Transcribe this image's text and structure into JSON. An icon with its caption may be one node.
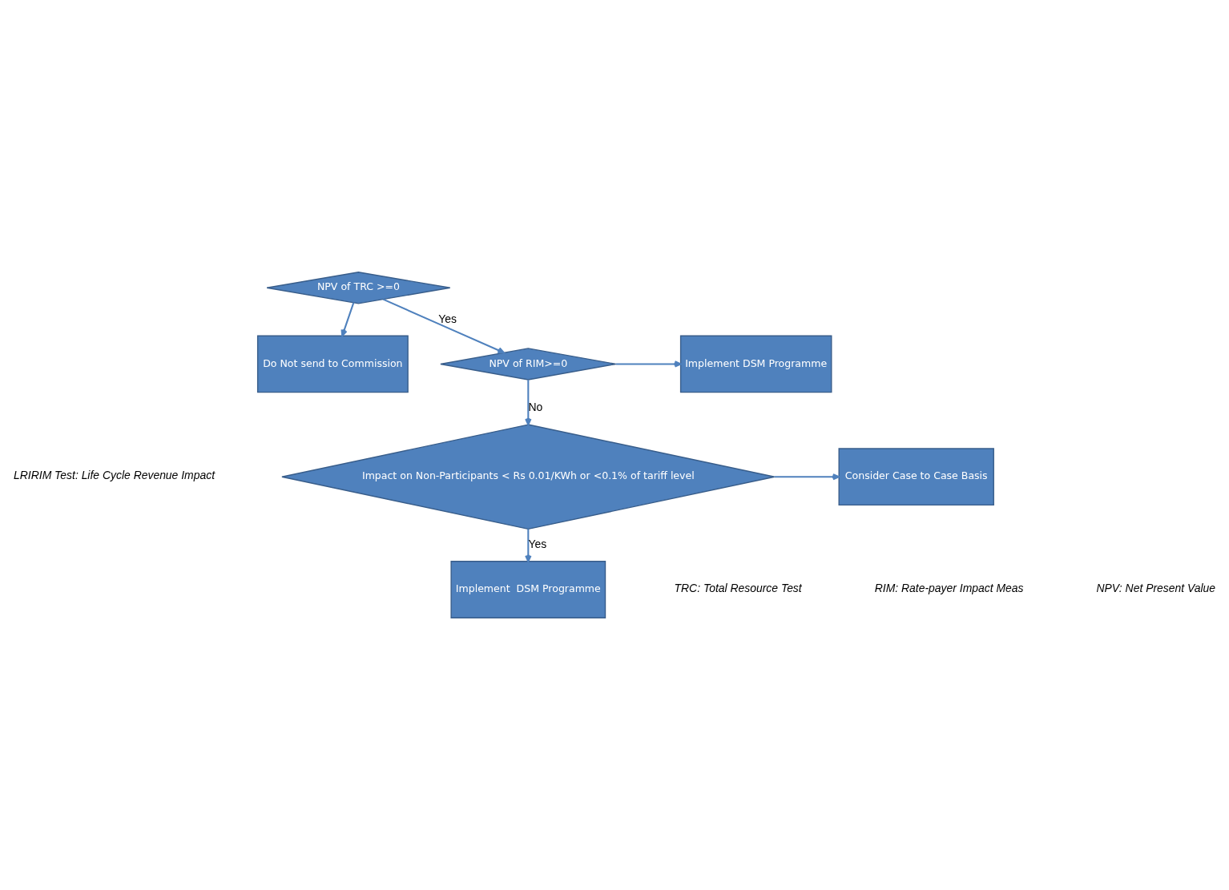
{
  "diagram": {
    "nodes": [
      {
        "text": [
          "NPV of TRC >=0"
        ]
      },
      {
        "text": [
          "Do Not send to Commission"
        ]
      },
      {
        "text": [
          "NPV of RIM>=0"
        ]
      },
      {
        "text": [
          "Implement DSM Programme"
        ]
      },
      {
        "text": [
          "Impact on Non-Participants < Rs 0.01/KWh or <0.1% of tariff level"
        ]
      },
      {
        "text": [
          "Consider Case to Case Basis"
        ]
      },
      {
        "text": [
          "Implement  DSM Programme"
        ]
      }
    ],
    "edges": [
      {
        "from": 0,
        "to": 1,
        "arrow": "to"
      },
      {
        "from": 0,
        "to": 2,
        "arrow": "to",
        "label": "Yes"
      },
      {
        "from": 2,
        "to": 3,
        "arrow": "to"
      },
      {
        "from": 2,
        "to": 4,
        "arrow": "to",
        "label": "No"
      },
      {
        "from": 4,
        "to": 5,
        "arrow": "to"
      },
      {
        "from": 4,
        "to": 6,
        "arrow": "to",
        "label": "Yes"
      }
    ],
    "labels": [
      "LRIRIM Test: Life Cycle Revenue Impact",
      "TRC: Total Resource Test",
      "RIM: Rate-payer Impact Meas",
      "NPV: Net Present Value"
    ]
  }
}
